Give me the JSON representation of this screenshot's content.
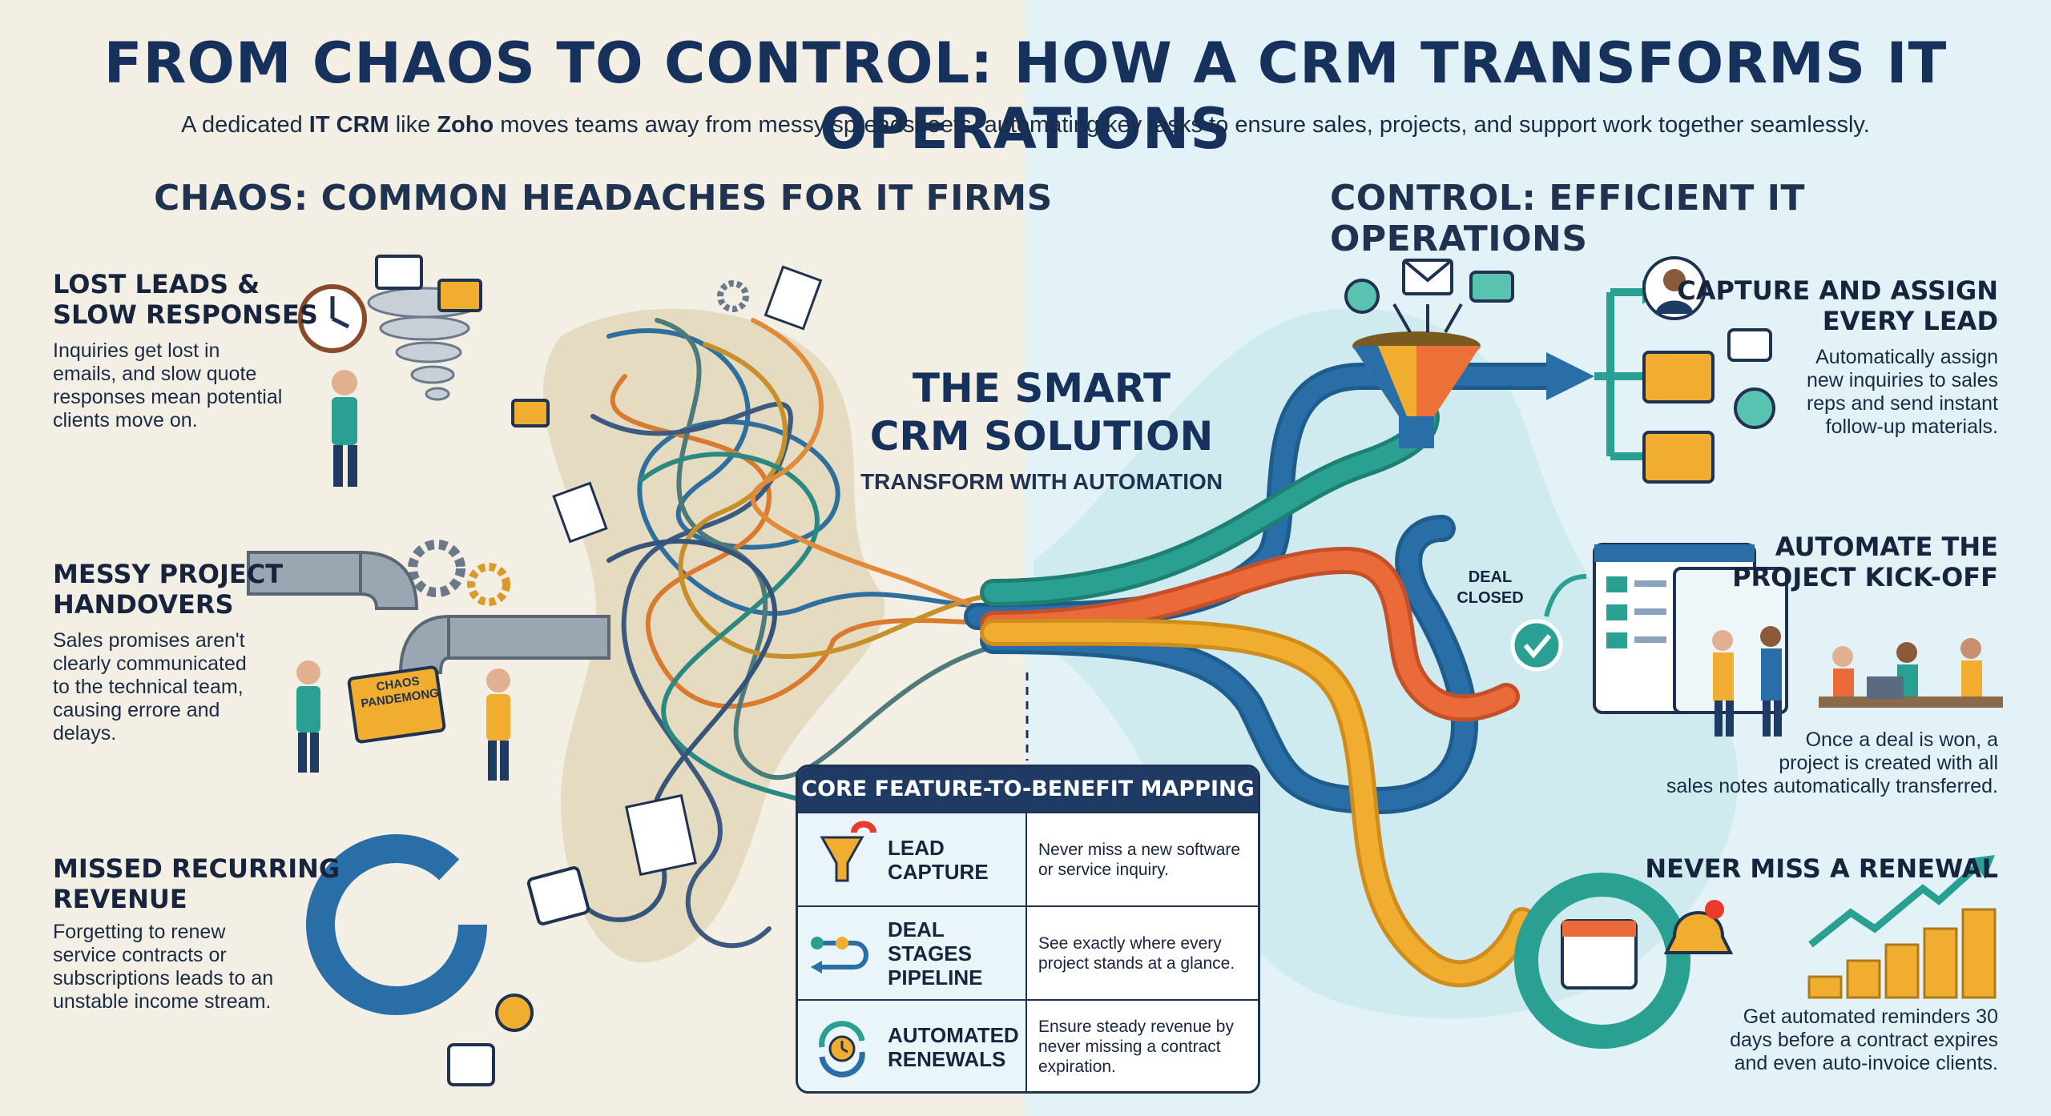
{
  "title": "FROM CHAOS TO CONTROL: HOW A CRM TRANSFORMS IT OPERATIONS",
  "subtitle": {
    "pre": "A dedicated ",
    "b1": "IT CRM",
    "mid": " like ",
    "b2": "Zoho",
    "post": " moves teams away from messy spreadsheets, automating key tasks to ensure sales, projects, and support work together seamlessly."
  },
  "chaos": {
    "heading": "CHAOS: COMMON HEADACHES FOR IT FIRMS",
    "items": [
      {
        "title_1": "LOST LEADS &",
        "title_2": "SLOW RESPONSES",
        "body": [
          "Inquiries get lost in",
          "emails, and slow quote",
          "responses mean potential",
          "clients move on."
        ]
      },
      {
        "title_1": "MESSY PROJECT",
        "title_2": "HANDOVERS",
        "body": [
          "Sales promises aren't",
          "clearly communicated",
          "to the technical team,",
          "causing errore and",
          "delays."
        ]
      },
      {
        "title_1": "MISSED RECURRING",
        "title_2": "REVENUE",
        "body": [
          "Forgetting to renew",
          "service contracts or",
          "subscriptions leads to an",
          "unstable income stream."
        ]
      }
    ],
    "envelope_label_1": "CHAOS",
    "envelope_label_2": "PANDEMONG"
  },
  "center": {
    "title_1": "THE SMART",
    "title_2": "CRM SOLUTION",
    "subtitle": "TRANSFORM WITH AUTOMATION",
    "deal_closed_1": "DEAL",
    "deal_closed_2": "CLOSED"
  },
  "control": {
    "heading": "CONTROL: EFFICIENT IT OPERATIONS",
    "items": [
      {
        "title_1": "CAPTURE AND ASSIGN",
        "title_2": "EVERY LEAD",
        "body": [
          "Automatically assign",
          "new inquiries to sales",
          "reps and send instant",
          "follow-up materials."
        ]
      },
      {
        "title_1": "AUTOMATE THE",
        "title_2": "PROJECT KICK-OFF",
        "body": [
          "Once a deal is won, a",
          "project is created with all",
          "sales notes automatically transferred."
        ]
      },
      {
        "title_1": "NEVER MISS A RENEWAL",
        "title_2": "",
        "body": [
          "Get automated reminders 30",
          "days before a contract expires",
          "and even auto-invoice clients."
        ]
      }
    ]
  },
  "mapping": {
    "heading": "CORE FEATURE-TO-BENEFIT MAPPING",
    "rows": [
      {
        "feature_1": "LEAD",
        "feature_2": "CAPTURE",
        "benefit_1": "Never miss a new software",
        "benefit_2": "or service inquiry.",
        "benefit_3": "",
        "icon": "magnet-funnel-icon"
      },
      {
        "feature_1": "DEAL STAGES",
        "feature_2": "PIPELINE",
        "benefit_1": "See exactly where every",
        "benefit_2": "project stands at a glance.",
        "benefit_3": "",
        "icon": "pipeline-icon"
      },
      {
        "feature_1": "AUTOMATED",
        "feature_2": "RENEWALS",
        "benefit_1": "Ensure steady revenue by",
        "benefit_2": "never missing a contract",
        "benefit_3": "expiration.",
        "icon": "renewal-clock-icon"
      }
    ]
  },
  "colors": {
    "navy": "#16325c",
    "blue_pipe": "#2a6ea8",
    "teal_pipe": "#2aa093",
    "orange_pipe": "#ea6a3a",
    "yellow_pipe": "#f1ad2f",
    "chaos_bg": "#f4efe4",
    "control_bg": "#e2f2f6"
  }
}
